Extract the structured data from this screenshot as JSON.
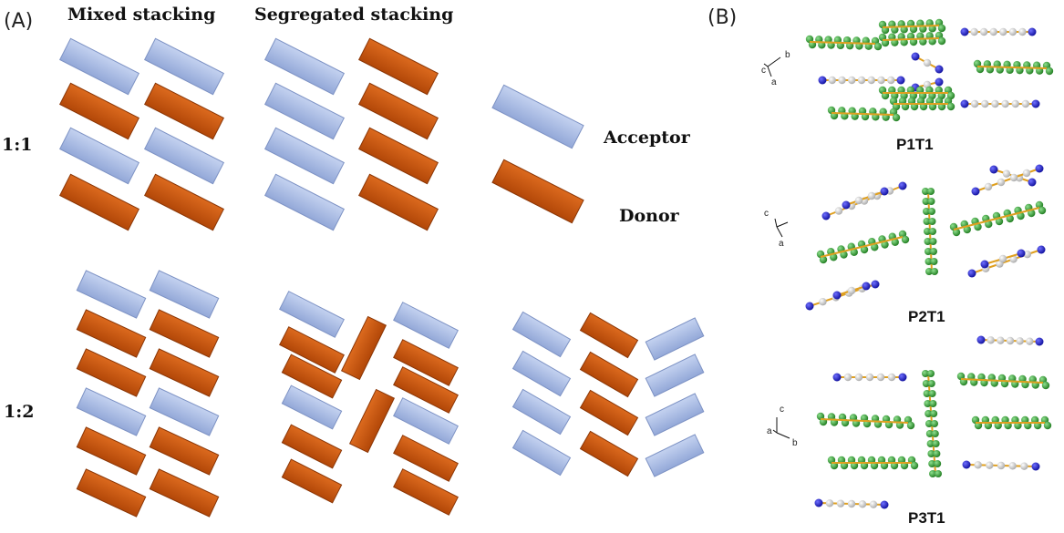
{
  "panel_a_label": "(A)",
  "panel_b_label": "(B)",
  "column_titles": {
    "mixed": "Mixed stacking",
    "segregated": "Segregated stacking"
  },
  "ratios": {
    "one_to_one": "1:1",
    "one_to_two": "1:2"
  },
  "legend": {
    "acceptor": "Acceptor",
    "donor": "Donor"
  },
  "structures": [
    "P1T1",
    "P2T1",
    "P3T1"
  ],
  "axes": {
    "p1": [
      "b",
      "c",
      "a"
    ],
    "p2": [
      "c",
      "a"
    ],
    "p3": [
      "c",
      "a",
      "b"
    ]
  },
  "colors": {
    "acceptor": "#a9bbe3",
    "donor": "#c9520d",
    "green_atom": "#2e9e2e",
    "blue_atom": "#1a1ad0",
    "grey_atom": "#cfcfcf",
    "bond": "#e0a020"
  }
}
